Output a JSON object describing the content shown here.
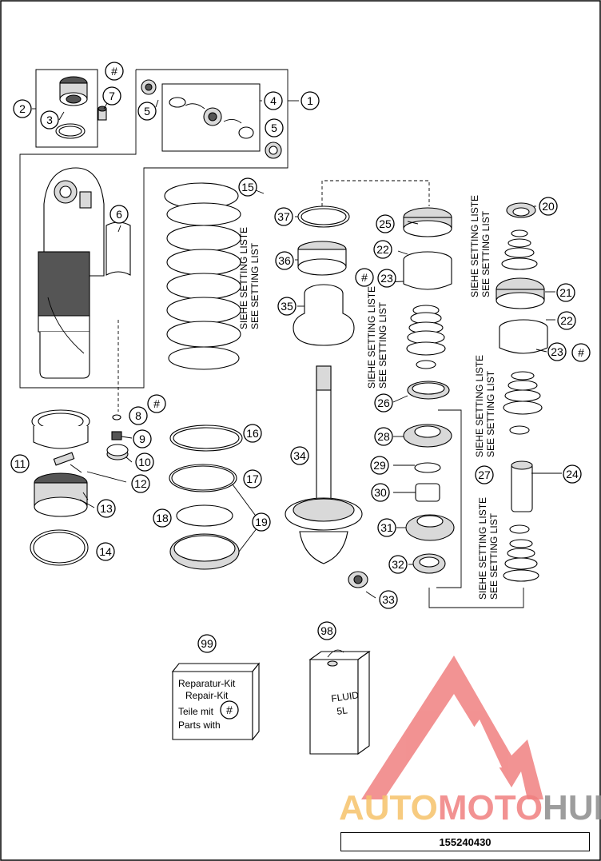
{
  "callouts": [
    {
      "label": "1"
    },
    {
      "label": "2"
    },
    {
      "label": "3"
    },
    {
      "label": "4"
    },
    {
      "label": "5"
    },
    {
      "label": "5"
    },
    {
      "label": "6"
    },
    {
      "label": "7"
    },
    {
      "label": "#"
    },
    {
      "label": "8"
    },
    {
      "label": "#"
    },
    {
      "label": "9"
    },
    {
      "label": "10"
    },
    {
      "label": "11"
    },
    {
      "label": "12"
    },
    {
      "label": "13"
    },
    {
      "label": "14"
    },
    {
      "label": "15"
    },
    {
      "label": "16"
    },
    {
      "label": "17"
    },
    {
      "label": "18"
    },
    {
      "label": "19"
    },
    {
      "label": "20"
    },
    {
      "label": "21"
    },
    {
      "label": "22"
    },
    {
      "label": "22"
    },
    {
      "label": "23"
    },
    {
      "label": "#"
    },
    {
      "label": "23"
    },
    {
      "label": "#"
    },
    {
      "label": "24"
    },
    {
      "label": "25"
    },
    {
      "label": "26"
    },
    {
      "label": "27"
    },
    {
      "label": "28"
    },
    {
      "label": "29"
    },
    {
      "label": "30"
    },
    {
      "label": "31"
    },
    {
      "label": "32"
    },
    {
      "label": "33"
    },
    {
      "label": "34"
    },
    {
      "label": "35"
    },
    {
      "label": "36"
    },
    {
      "label": "37"
    },
    {
      "label": "98"
    },
    {
      "label": "99"
    }
  ],
  "setting_notes": {
    "de": "SIEHE SETTING LISTE",
    "en": "SEE SETTING LIST"
  },
  "repair_kit": {
    "line1": "Reparatur-Kit",
    "line2": "Repair-Kit",
    "line3": "Teile mit",
    "line4": "Parts with",
    "symbol": "#"
  },
  "fluid_can": {
    "line1": "FLUID",
    "line2": "5L"
  },
  "watermark": {
    "part1": "AUTO",
    "part2": "MOTO",
    "part3": "HUB",
    "color1": "#f6c36b",
    "color2": "#f08080",
    "color3": "#8c8c8c",
    "triangle_color": "#f08080"
  },
  "reference_number": "155240430"
}
